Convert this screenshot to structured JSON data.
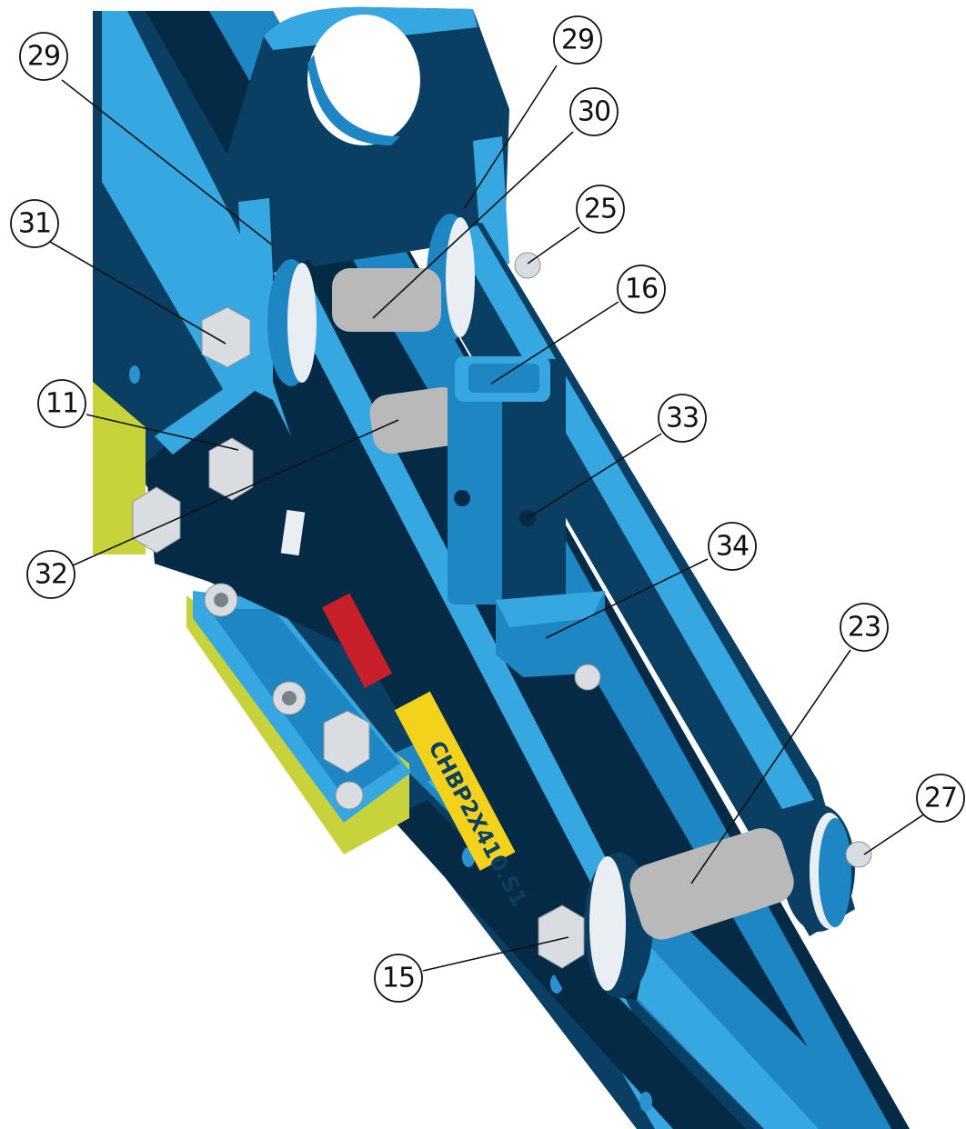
{
  "colors": {
    "frame_light": "#36a7e0",
    "frame_mid": "#1e86c3",
    "frame_dark": "#0a3f63",
    "frame_deep": "#052a45",
    "bracket_yellow": "#c8d33b",
    "bolt_silver": "#d9dde1",
    "pin_grey": "#b9b9b9",
    "decal_yellow": "#f2d21a",
    "decal_red": "#c8202a"
  },
  "decal": {
    "text": "CHBP2X410.S1"
  },
  "callouts": [
    {
      "id": "c29a",
      "label": "29"
    },
    {
      "id": "c29b",
      "label": "29"
    },
    {
      "id": "c30",
      "label": "30"
    },
    {
      "id": "c25",
      "label": "25"
    },
    {
      "id": "c31",
      "label": "31"
    },
    {
      "id": "c16",
      "label": "16"
    },
    {
      "id": "c11",
      "label": "11"
    },
    {
      "id": "c33",
      "label": "33"
    },
    {
      "id": "c32",
      "label": "32"
    },
    {
      "id": "c34",
      "label": "34"
    },
    {
      "id": "c23",
      "label": "23"
    },
    {
      "id": "c27",
      "label": "27"
    },
    {
      "id": "c15",
      "label": "15"
    }
  ]
}
